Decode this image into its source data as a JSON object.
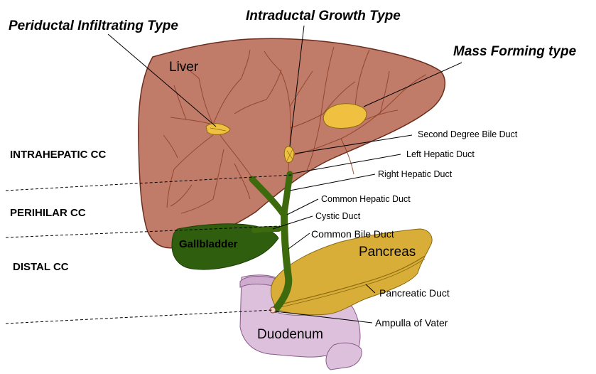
{
  "tumor_types": {
    "periductal": "Periductal Infiltrating Type",
    "intraductal": "Intraductal Growth Type",
    "mass_forming": "Mass Forming type"
  },
  "regions": {
    "intrahepatic": "INTRAHEPATIC  CC",
    "perihilar": "PERIHILAR  CC",
    "distal": "DISTAL CC"
  },
  "organs": {
    "liver": "Liver",
    "gallbladder": "Gallbladder",
    "pancreas": "Pancreas",
    "duodenum": "Duodenum"
  },
  "ducts": {
    "second_degree": "Second Degree Bile Duct",
    "left_hepatic": "Left Hepatic Duct",
    "right_hepatic": "Right Hepatic Duct",
    "common_hepatic": "Common Hepatic Duct",
    "cystic": "Cystic Duct",
    "common_bile": "Common Bile Duct",
    "pancreatic": "Pancreatic Duct",
    "ampulla": "Ampulla of Vater"
  },
  "colors": {
    "liver": "#c07b69",
    "liver_outline": "#6b2d1e",
    "bile_duct": "#3d6a0c",
    "tumor": "#f0c040",
    "pancreas": "#d8ae38",
    "duodenum": "#dcc0dc"
  }
}
